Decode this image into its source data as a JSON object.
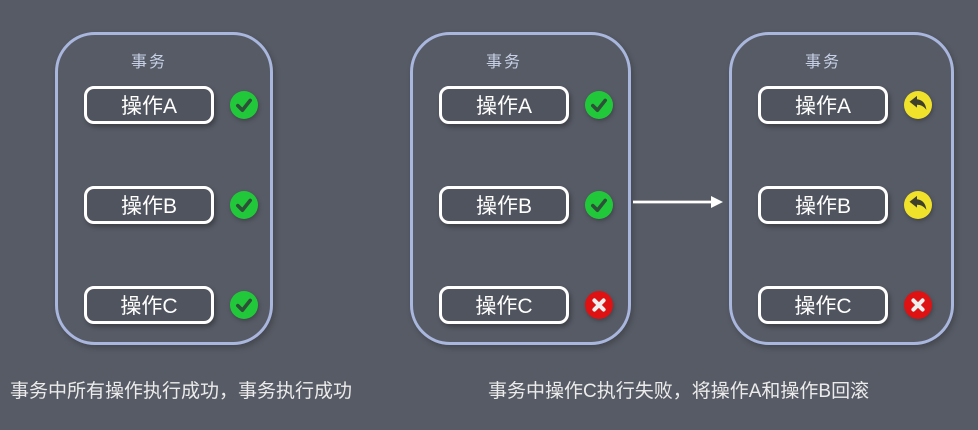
{
  "diagram": {
    "panels": [
      {
        "title": "事务",
        "operations": [
          {
            "label": "操作A",
            "status": "success"
          },
          {
            "label": "操作B",
            "status": "success"
          },
          {
            "label": "操作C",
            "status": "success"
          }
        ]
      },
      {
        "title": "事务",
        "operations": [
          {
            "label": "操作A",
            "status": "success"
          },
          {
            "label": "操作B",
            "status": "success"
          },
          {
            "label": "操作C",
            "status": "error"
          }
        ]
      },
      {
        "title": "事务",
        "operations": [
          {
            "label": "操作A",
            "status": "rollback"
          },
          {
            "label": "操作B",
            "status": "rollback"
          },
          {
            "label": "操作C",
            "status": "error"
          }
        ]
      }
    ],
    "captions": [
      "事务中所有操作执行成功，事务执行成功",
      "事务中操作C执行失败，将操作A和操作B回滚"
    ],
    "arrow": {
      "direction": "right",
      "symbol": "→"
    }
  },
  "icons": {
    "success": "check-icon",
    "error": "cross-icon",
    "rollback": "undo-arrow-icon"
  },
  "colors": {
    "page_background": "#575b65",
    "panel_border": "#a9b6dd",
    "box_border": "#ffffff",
    "box_fill": "#50545e",
    "success": "#21c93a",
    "error": "#de1212",
    "rollback": "#f0e22b",
    "arrow": "#ffffff",
    "title_text": "#c7d0e6",
    "caption_text": "#ebebeb"
  }
}
